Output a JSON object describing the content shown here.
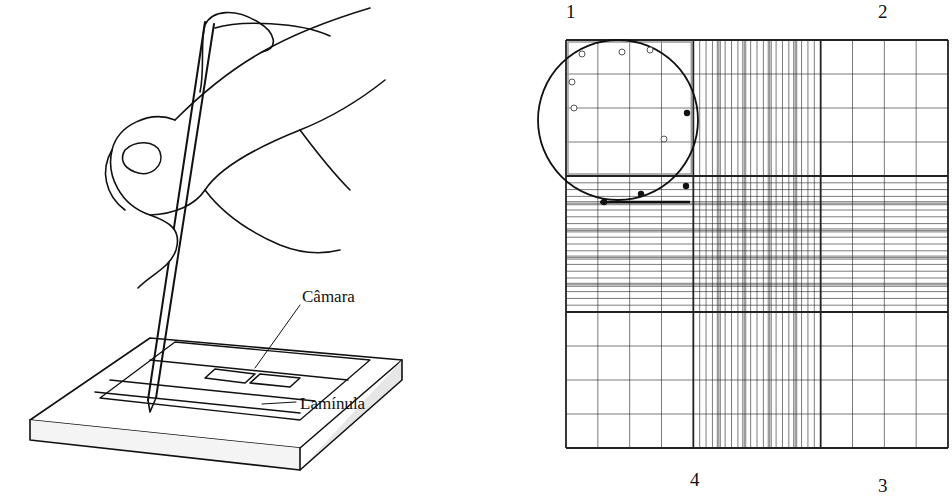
{
  "diagram": {
    "labels": [
      "Câmara",
      "Lamínula",
      "1",
      "2",
      "4",
      "3"
    ]
  }
}
